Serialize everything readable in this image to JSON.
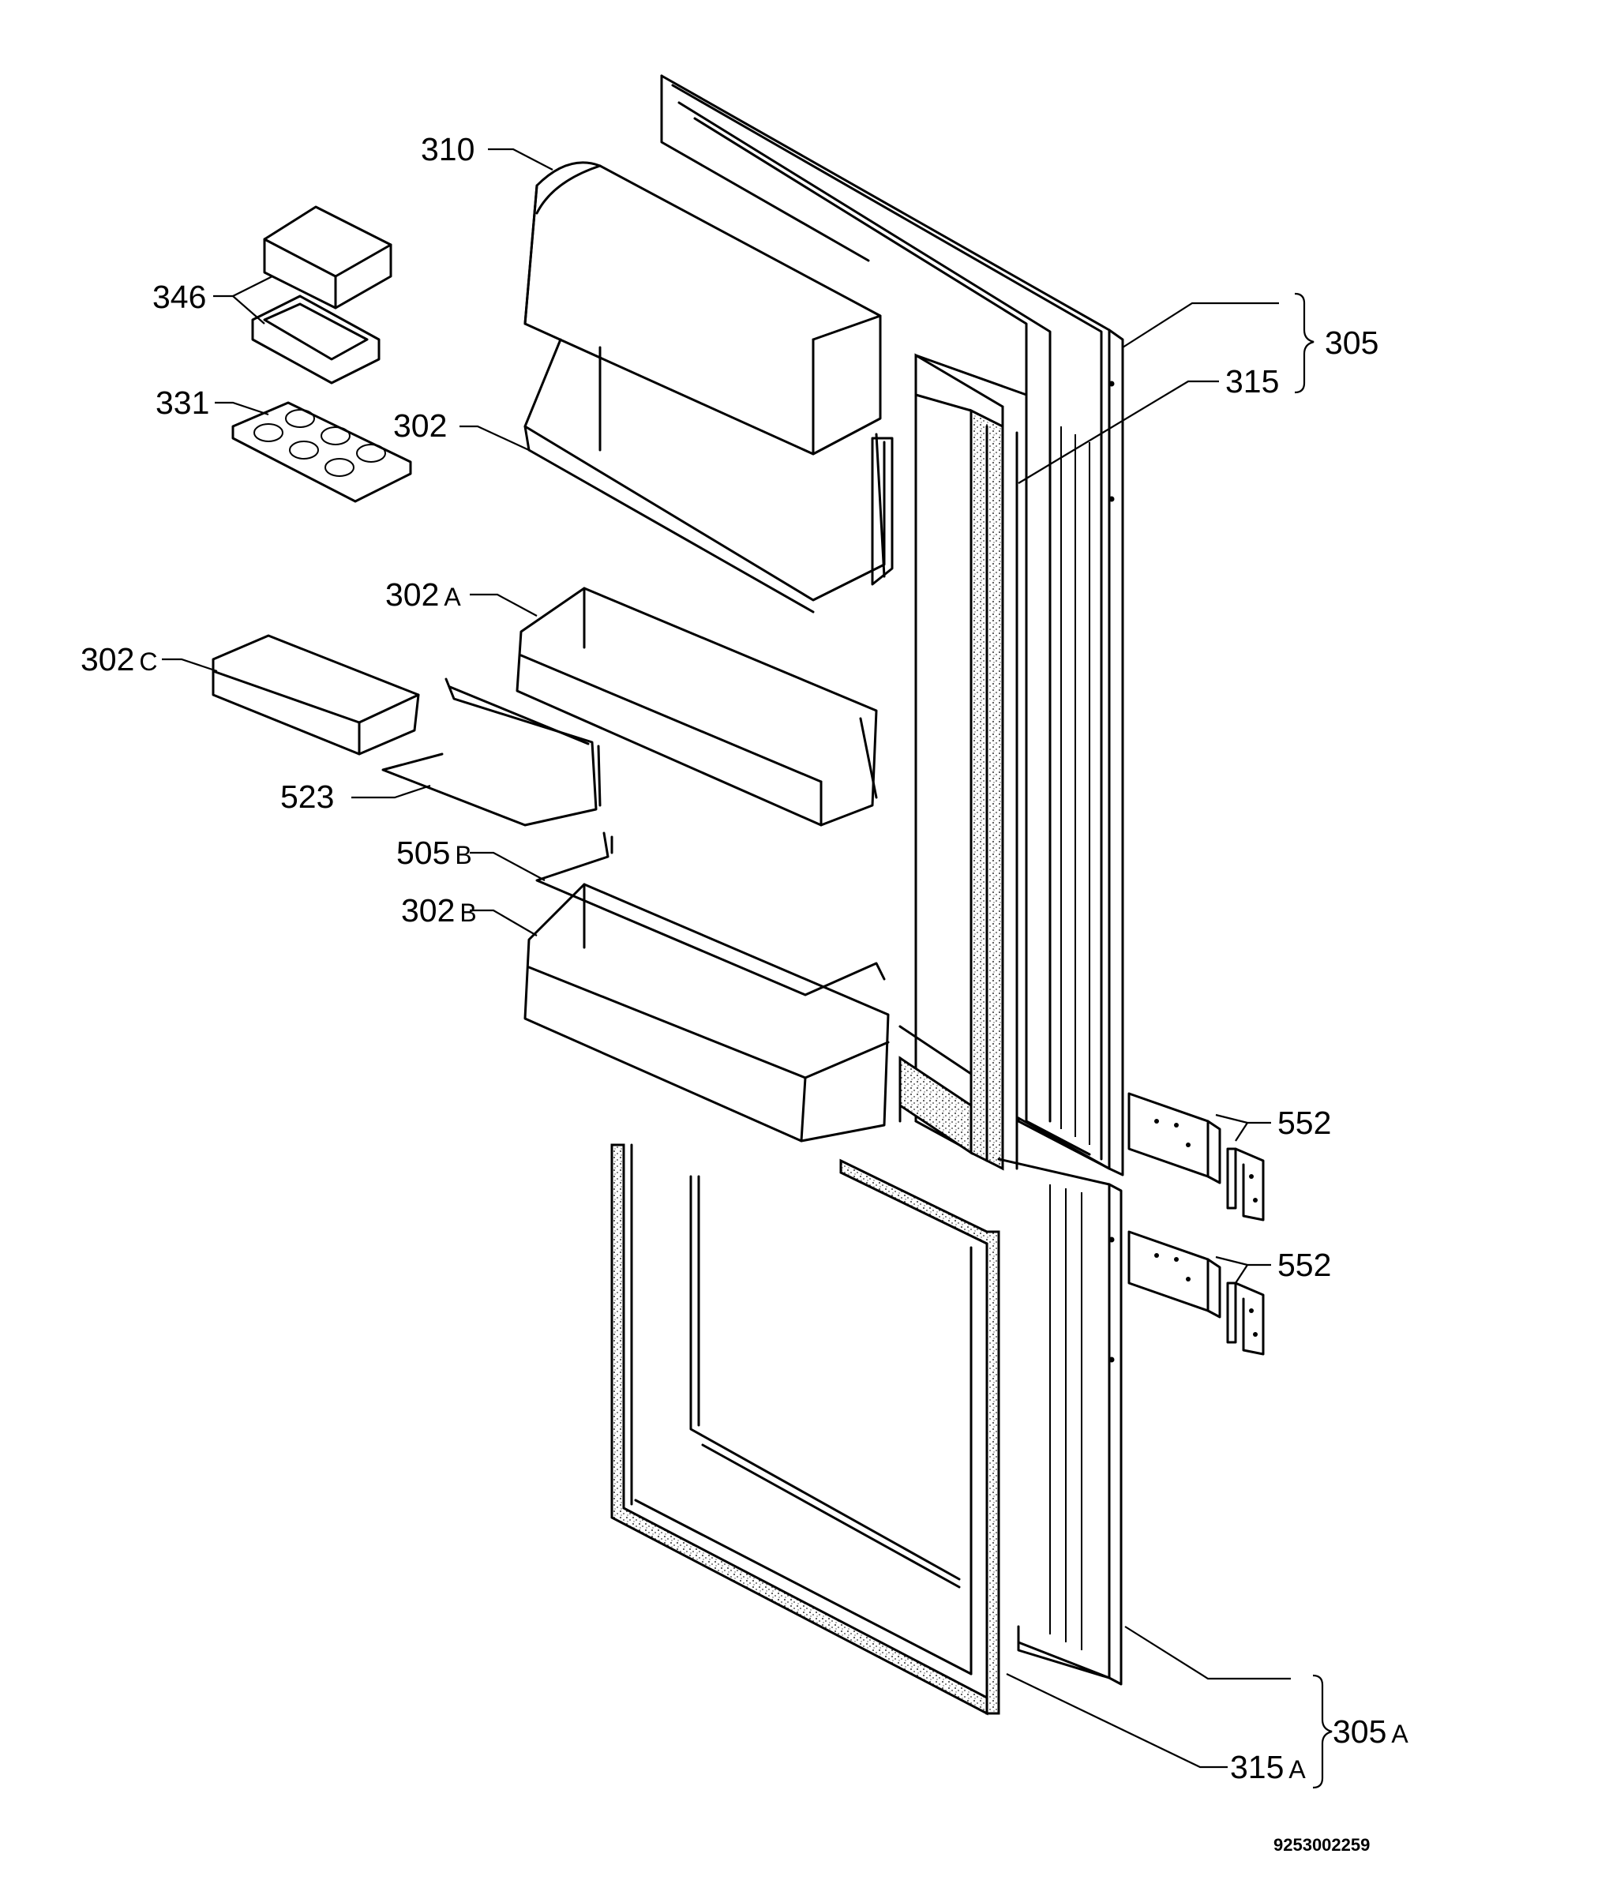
{
  "labels": {
    "l310": "310",
    "l346": "346",
    "l331": "331",
    "l302": "302",
    "l302A_num": "302",
    "l302A_suf": "A",
    "l302C_num": "302",
    "l302C_suf": "C",
    "l523": "523",
    "l505B_num": "505",
    "l505B_suf": "B",
    "l302B_num": "302",
    "l302B_suf": "B",
    "l305": "305",
    "l315": "315",
    "l552a": "552",
    "l552b": "552",
    "l305A_num": "305",
    "l305A_suf": "A",
    "l315A_num": "315",
    "l315A_suf": "A"
  },
  "document_number": "9253002259"
}
